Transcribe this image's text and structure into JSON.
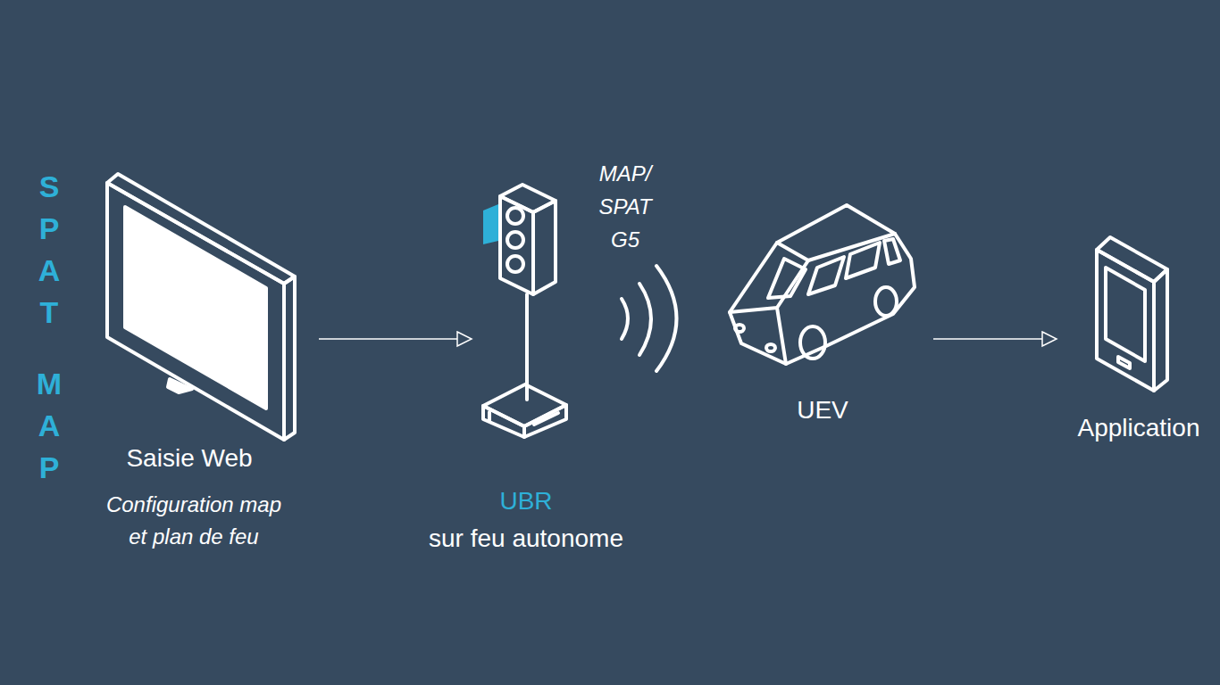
{
  "diagram": {
    "nodes": [
      {
        "text": [
          "Saisie Web",
          "Configuration map et plan de feu"
        ]
      },
      {
        "text": [
          "UBR",
          "sur feu autonome"
        ]
      },
      {
        "text": [
          "UEV"
        ]
      },
      {
        "text": [
          "Application"
        ]
      }
    ],
    "edges": [
      {
        "from": 0,
        "to": 1,
        "arrow": "to"
      },
      {
        "from": 2,
        "to": 3,
        "arrow": "to"
      }
    ],
    "labels": [
      "SPAT MAP",
      "MAP/ SPAT G5"
    ]
  }
}
